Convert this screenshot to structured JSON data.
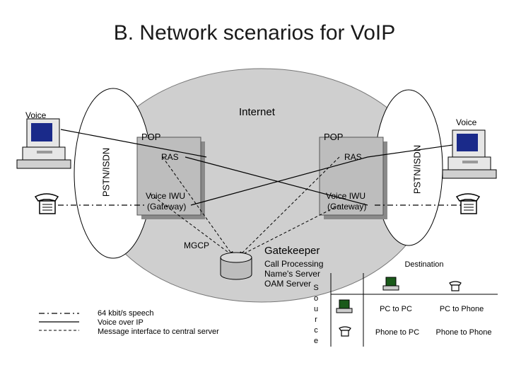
{
  "title": "B. Network scenarios for VoIP",
  "internet_label": "Internet",
  "voice_left": "Voice",
  "voice_right": "Voice",
  "pstn_left": "PSTN/ISDN",
  "pstn_right": "PSTN/ISDN",
  "pop_left": {
    "label": "POP",
    "ras": "RAS",
    "iwu_line1": "Voice IWU",
    "iwu_line2": "(Gateway)"
  },
  "pop_right": {
    "label": "POP",
    "ras": "RAS",
    "iwu_line1": "Voice IWU",
    "iwu_line2": "(Gateway)"
  },
  "mgcp": "MGCP",
  "gatekeeper": {
    "title": "Gatekeeper",
    "line1": "Call Processing",
    "line2": "Name's Server",
    "line3": "OAM Server"
  },
  "legend": [
    "64 kbit/s speech",
    "Voice over IP",
    "Message interface to central server"
  ],
  "source_letters": [
    "S",
    "o",
    "u",
    "r",
    "c",
    "e"
  ],
  "table": {
    "destination": "Destination",
    "pc_to_pc": "PC to PC",
    "pc_to_phone": "PC to Phone",
    "phone_to_pc": "Phone to PC",
    "phone_to_phone": "Phone to Phone"
  }
}
